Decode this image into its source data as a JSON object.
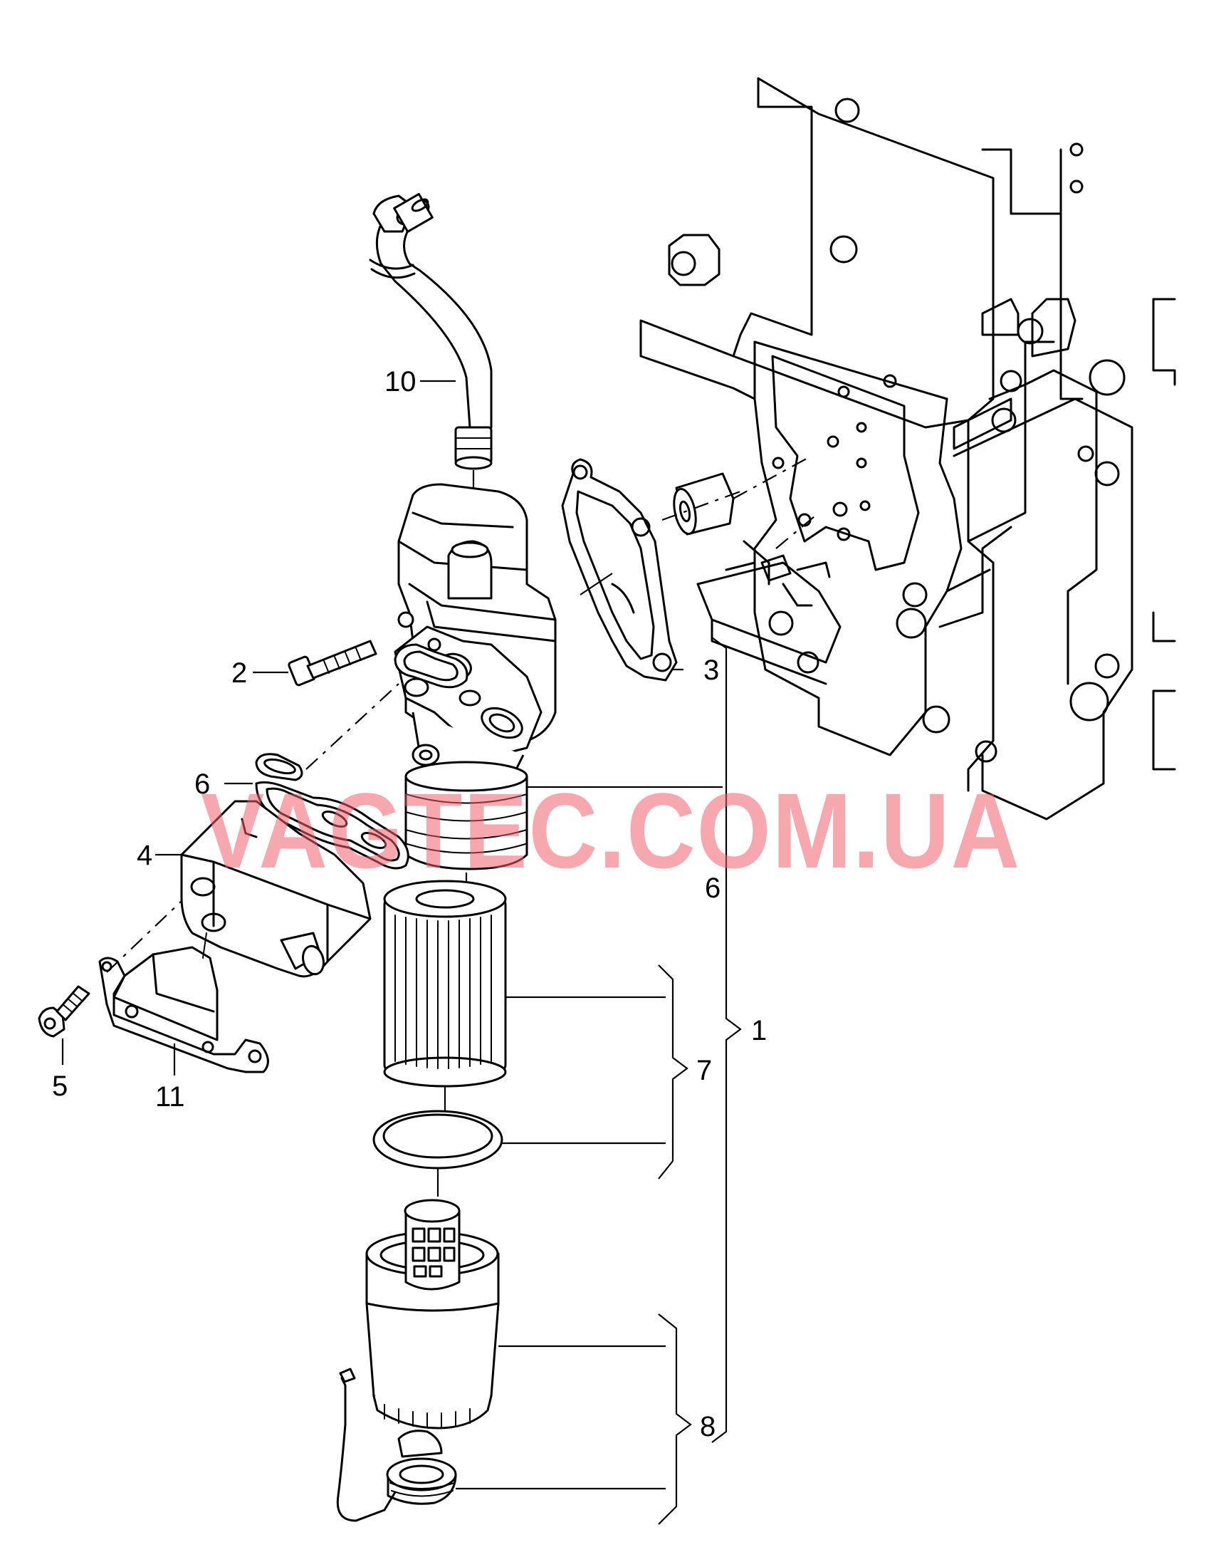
{
  "diagram": {
    "callouts": [
      {
        "id": "c10",
        "label": "10"
      },
      {
        "id": "c2",
        "label": "2"
      },
      {
        "id": "c3",
        "label": "3"
      },
      {
        "id": "c6a",
        "label": "6"
      },
      {
        "id": "c4",
        "label": "4"
      },
      {
        "id": "c6b",
        "label": "6"
      },
      {
        "id": "c1",
        "label": "1"
      },
      {
        "id": "c7",
        "label": "7"
      },
      {
        "id": "c5",
        "label": "5"
      },
      {
        "id": "c11",
        "label": "11"
      },
      {
        "id": "c8",
        "label": "8"
      }
    ],
    "watermark": "VAGTEC.COM.UA"
  },
  "colors": {
    "line": "#000000",
    "background": "#ffffff",
    "watermark": "#f0616d"
  }
}
